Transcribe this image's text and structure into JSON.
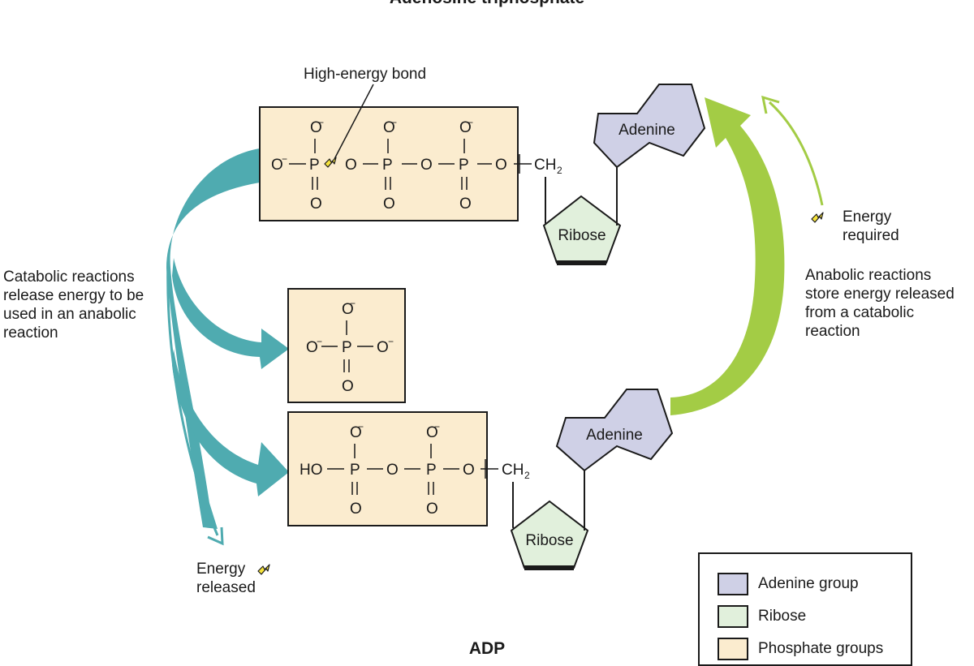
{
  "title_top": "Adenosine triphosphate",
  "title_bottom": "ADP",
  "high_energy_bond_label": "High-energy bond",
  "catabolic_label": [
    "Catabolic reactions",
    "release energy to be",
    "used in an anabolic",
    "reaction"
  ],
  "anabolic_label": [
    "Anabolic reactions",
    "store energy released",
    "from a catabolic",
    "reaction"
  ],
  "energy_required_label": [
    "Energy",
    "required"
  ],
  "energy_released_label": [
    "Energy",
    "released"
  ],
  "atp": {
    "adenine": "Adenine",
    "ribose": "Ribose",
    "ch2": "CH",
    "ch2_sub": "2",
    "o_minus": "O",
    "o": "O",
    "p": "P",
    "left_o": "O"
  },
  "phosphate": {
    "o": "O",
    "p": "P"
  },
  "adp": {
    "adenine": "Adenine",
    "ribose": "Ribose",
    "ho": "HO",
    "o": "O",
    "p": "P",
    "ch2": "CH",
    "ch2_sub": "2"
  },
  "legend": {
    "items": [
      {
        "label": "Adenine group",
        "color": "#cfd0e6"
      },
      {
        "label": "Ribose",
        "color": "#e1f0dc"
      },
      {
        "label": "Phosphate groups",
        "color": "#fbeccf"
      }
    ]
  },
  "colors": {
    "teal_arrow": "#4fabb0",
    "green_arrow": "#a3cc45",
    "phosphate_fill": "#fbeccf",
    "adenine_fill": "#cfd0e6",
    "ribose_fill": "#e1f0dc",
    "lightning": "#f7e43c"
  }
}
